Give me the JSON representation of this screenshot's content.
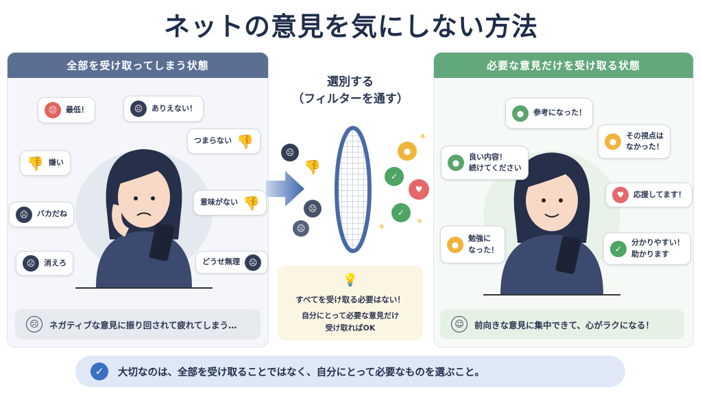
{
  "title": "ネットの意見を気にしない方法",
  "left": {
    "header": "全部を受け取ってしまう状態",
    "bubbles": [
      "最低！",
      "ありえない！",
      "つまらない",
      "嫌い",
      "バカだね",
      "意味がない",
      "消えろ",
      "どうせ無理"
    ],
    "footer": "ネガティブな意見に振り回されて疲れてしまう…"
  },
  "middle": {
    "title_line1": "選別する",
    "title_line2": "（フィルターを通す）",
    "tip_main": "すべてを受け取る必要はない！",
    "tip_sub1": "自分にとって必要な意見だけ",
    "tip_sub2": "受け取ればOK"
  },
  "right": {
    "header": "必要な意見だけを受け取る状態",
    "bubbles": [
      "参考になった！",
      "その視点は",
      "なかった！",
      "良い内容！",
      "続けてください",
      "応援してます！",
      "勉強に",
      "なった！",
      "分かりやすい！",
      "助かります"
    ],
    "footer": "前向きな意見に集中できて、心がラクになる！"
  },
  "bottom": {
    "message": "大切なのは、全部を受け取ることではなく、自分にとって必要なものを選ぶこと。"
  },
  "colors": {
    "left_header": "#5b6f93",
    "right_header": "#63a87a",
    "accent": "#3a6fc4"
  }
}
